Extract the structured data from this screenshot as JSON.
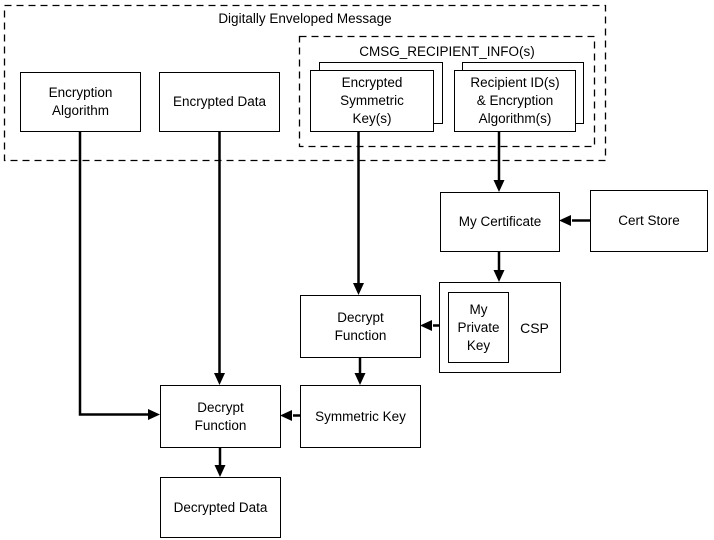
{
  "groups": {
    "envelope": {
      "title": "Digitally Enveloped Message"
    },
    "recipient_info": {
      "title": "CMSG_RECIPIENT_INFO(s)"
    }
  },
  "nodes": {
    "encryption_algorithm": {
      "label": "Encryption\nAlgorithm"
    },
    "encrypted_data": {
      "label": "Encrypted Data"
    },
    "encrypted_symmetric_keys": {
      "label": "Encrypted\nSymmetric\nKey(s)",
      "stacked": true
    },
    "recipient_ids": {
      "label": "Recipient ID(s)\n& Encryption\nAlgorithm(s)",
      "stacked": true
    },
    "my_certificate": {
      "label": "My Certificate"
    },
    "cert_store": {
      "label": "Cert Store"
    },
    "csp": {
      "label": "CSP"
    },
    "my_private_key": {
      "label": "My\nPrivate\nKey"
    },
    "decrypt_function_upper": {
      "label": "Decrypt\nFunction"
    },
    "decrypt_function_lower": {
      "label": "Decrypt\nFunction"
    },
    "symmetric_key": {
      "label": "Symmetric Key"
    },
    "decrypted_data": {
      "label": "Decrypted Data"
    }
  },
  "edges": [
    {
      "from": "encryption_algorithm",
      "to": "decrypt_function_lower"
    },
    {
      "from": "encrypted_data",
      "to": "decrypt_function_lower"
    },
    {
      "from": "encrypted_symmetric_keys",
      "to": "decrypt_function_upper"
    },
    {
      "from": "recipient_ids",
      "to": "my_certificate"
    },
    {
      "from": "cert_store",
      "to": "my_certificate"
    },
    {
      "from": "my_certificate",
      "to": "csp"
    },
    {
      "from": "my_private_key",
      "to": "decrypt_function_upper"
    },
    {
      "from": "decrypt_function_upper",
      "to": "symmetric_key"
    },
    {
      "from": "symmetric_key",
      "to": "decrypt_function_lower"
    },
    {
      "from": "decrypt_function_lower",
      "to": "decrypted_data"
    }
  ],
  "colors": {
    "line": "#000000",
    "box_border": "#000000",
    "text": "#000000",
    "background": "#ffffff"
  }
}
